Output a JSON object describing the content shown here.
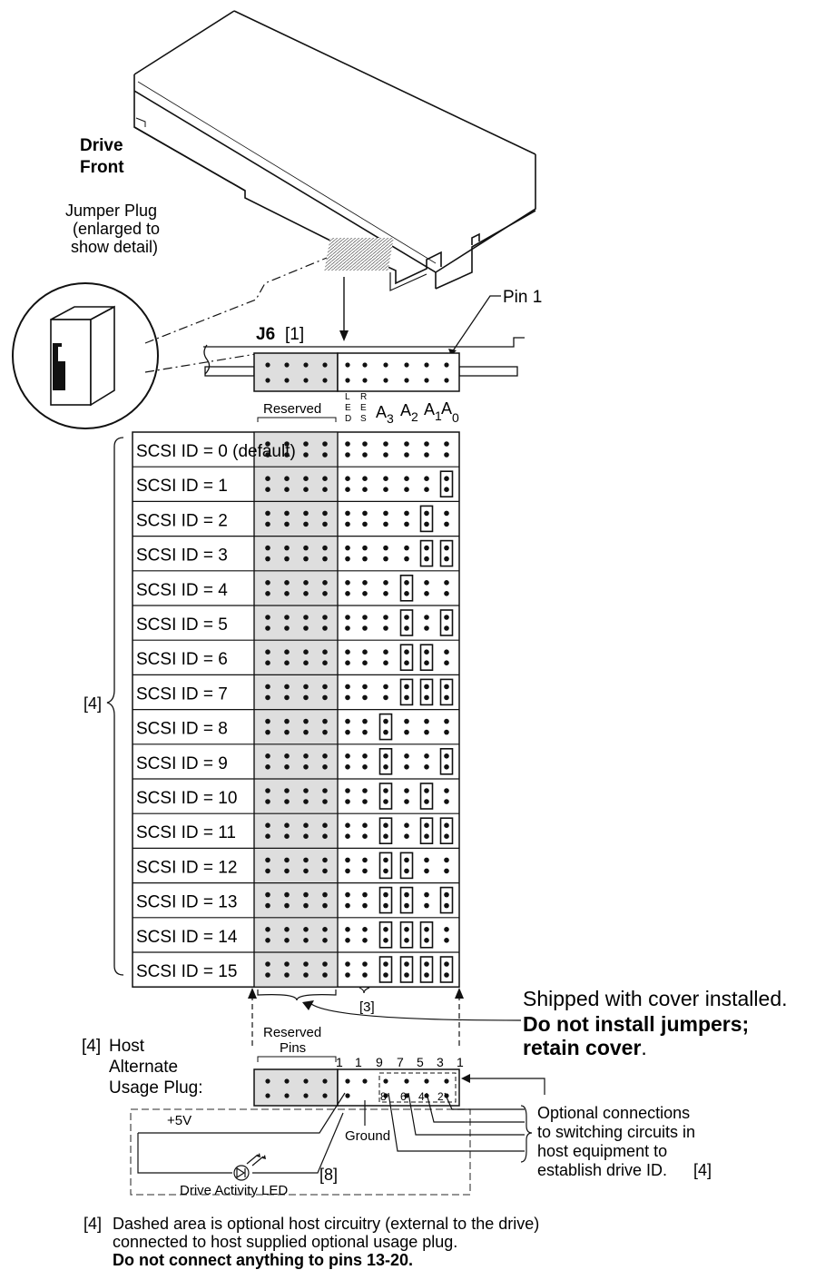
{
  "drive": {
    "title_line1": "Drive",
    "title_line2": "Front"
  },
  "jumper_plug": {
    "line1": "Jumper Plug",
    "line2": "(enlarged to",
    "line3": "show detail)"
  },
  "connector": {
    "name": "J6",
    "ref": "[1]",
    "pin1_label": "Pin 1"
  },
  "column_labels": {
    "reserved": "Reserved",
    "led": [
      "L",
      "E",
      "D"
    ],
    "res": [
      "R",
      "E",
      "S"
    ],
    "a3": "A",
    "a3_sub": "3",
    "a2": "A",
    "a2_sub": "2",
    "a1": "A",
    "a1_sub": "1",
    "a0": "A",
    "a0_sub": "0"
  },
  "bracket_ref": "[4]",
  "rows": [
    {
      "label": "SCSI ID = 0 (default)",
      "a3": false,
      "a2": false,
      "a1": false,
      "a0": false
    },
    {
      "label": "SCSI ID = 1",
      "a3": false,
      "a2": false,
      "a1": false,
      "a0": true
    },
    {
      "label": "SCSI ID = 2",
      "a3": false,
      "a2": false,
      "a1": true,
      "a0": false
    },
    {
      "label": "SCSI ID = 3",
      "a3": false,
      "a2": false,
      "a1": true,
      "a0": true
    },
    {
      "label": "SCSI ID = 4",
      "a3": false,
      "a2": true,
      "a1": false,
      "a0": false
    },
    {
      "label": "SCSI ID = 5",
      "a3": false,
      "a2": true,
      "a1": false,
      "a0": true
    },
    {
      "label": "SCSI ID = 6",
      "a3": false,
      "a2": true,
      "a1": true,
      "a0": false
    },
    {
      "label": "SCSI ID = 7",
      "a3": false,
      "a2": true,
      "a1": true,
      "a0": true
    },
    {
      "label": "SCSI ID = 8",
      "a3": true,
      "a2": false,
      "a1": false,
      "a0": false
    },
    {
      "label": "SCSI ID = 9",
      "a3": true,
      "a2": false,
      "a1": false,
      "a0": true
    },
    {
      "label": "SCSI ID = 10",
      "a3": true,
      "a2": false,
      "a1": true,
      "a0": false
    },
    {
      "label": "SCSI ID = 11",
      "a3": true,
      "a2": false,
      "a1": true,
      "a0": true
    },
    {
      "label": "SCSI ID = 12",
      "a3": true,
      "a2": true,
      "a1": false,
      "a0": false
    },
    {
      "label": "SCSI ID = 13",
      "a3": true,
      "a2": true,
      "a1": false,
      "a0": true
    },
    {
      "label": "SCSI ID = 14",
      "a3": true,
      "a2": true,
      "a1": true,
      "a0": false
    },
    {
      "label": "SCSI ID = 15",
      "a3": true,
      "a2": true,
      "a1": true,
      "a0": true
    }
  ],
  "note3": "[3]",
  "shipped": {
    "line1": "Shipped with cover installed.",
    "line2": "Do not install jumpers;",
    "line3": "retain cover",
    "line3_end": "."
  },
  "host_plug": {
    "ref": "[4]",
    "line1": "Host",
    "line2": "Alternate",
    "line3": "Usage Plug:",
    "reserved_line1": "Reserved",
    "reserved_line2": "Pins"
  },
  "pin_numbers_top": [
    "1",
    "1",
    "9",
    "7",
    "5",
    "3",
    "1"
  ],
  "pin_numbers_bottom": [
    "8",
    "6",
    "4",
    "2"
  ],
  "plus5v": "+5V",
  "ground": "Ground",
  "led_label": "Drive Activity LED",
  "note8": "[8]",
  "optional": {
    "line1": "Optional connections",
    "line2": "to switching circuits in",
    "line3": "host equipment to",
    "line4": "establish drive ID.",
    "ref": "[4]"
  },
  "footnote": {
    "ref": "[4]",
    "line1": "Dashed area is optional host circuitry (external to the drive)",
    "line2": "connected to host supplied optional usage plug.",
    "line3": "Do not connect anything to pins 13-20."
  }
}
